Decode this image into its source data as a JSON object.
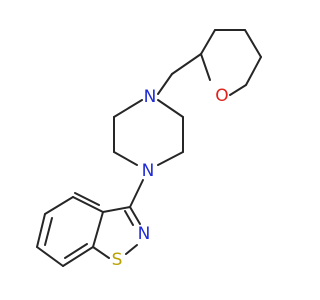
{
  "atoms": {
    "ring_nitrogen_bottom": {
      "symbol": "N",
      "color": "#1f2bd6"
    },
    "ring_nitrogen_top": {
      "symbol": "N",
      "color": "#1f2bd6"
    },
    "pyran_oxygen": {
      "symbol": "O",
      "color": "#e0231c"
    },
    "isothiazole_nitrogen": {
      "symbol": "N",
      "color": "#1f2bd6"
    },
    "sulfur": {
      "symbol": "S",
      "color": "#b8a200"
    }
  },
  "bond_color": "#262626"
}
